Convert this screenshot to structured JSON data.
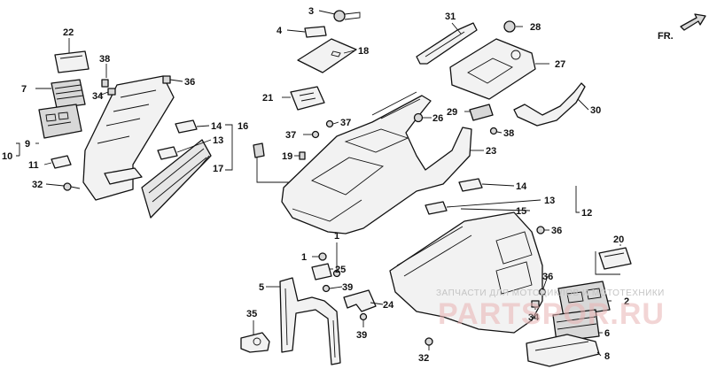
{
  "direction_label": "FR.",
  "callouts": [
    {
      "label": "1"
    },
    {
      "label": "1"
    },
    {
      "label": "2"
    },
    {
      "label": "3"
    },
    {
      "label": "4"
    },
    {
      "label": "5"
    },
    {
      "label": "6"
    },
    {
      "label": "7"
    },
    {
      "label": "8"
    },
    {
      "label": "9"
    },
    {
      "label": "10"
    },
    {
      "label": "11"
    },
    {
      "label": "12"
    },
    {
      "label": "13"
    },
    {
      "label": "13"
    },
    {
      "label": "14"
    },
    {
      "label": "14"
    },
    {
      "label": "15"
    },
    {
      "label": "16"
    },
    {
      "label": "17"
    },
    {
      "label": "18"
    },
    {
      "label": "19"
    },
    {
      "label": "20"
    },
    {
      "label": "21"
    },
    {
      "label": "22"
    },
    {
      "label": "23"
    },
    {
      "label": "24"
    },
    {
      "label": "25"
    },
    {
      "label": "26"
    },
    {
      "label": "27"
    },
    {
      "label": "28"
    },
    {
      "label": "29"
    },
    {
      "label": "30"
    },
    {
      "label": "31"
    },
    {
      "label": "32"
    },
    {
      "label": "32"
    },
    {
      "label": "34"
    },
    {
      "label": "34"
    },
    {
      "label": "35"
    },
    {
      "label": "36"
    },
    {
      "label": "36"
    },
    {
      "label": "36"
    },
    {
      "label": "37"
    },
    {
      "label": "37"
    },
    {
      "label": "38"
    },
    {
      "label": "38"
    },
    {
      "label": "39"
    },
    {
      "label": "39"
    }
  ],
  "watermark": {
    "text": "ЗАПЧАСТИ ДЛЯ МОТОЦИКЛОВ И МОТОТЕХНИКИ",
    "logo": "PARTSPOR.RU"
  }
}
